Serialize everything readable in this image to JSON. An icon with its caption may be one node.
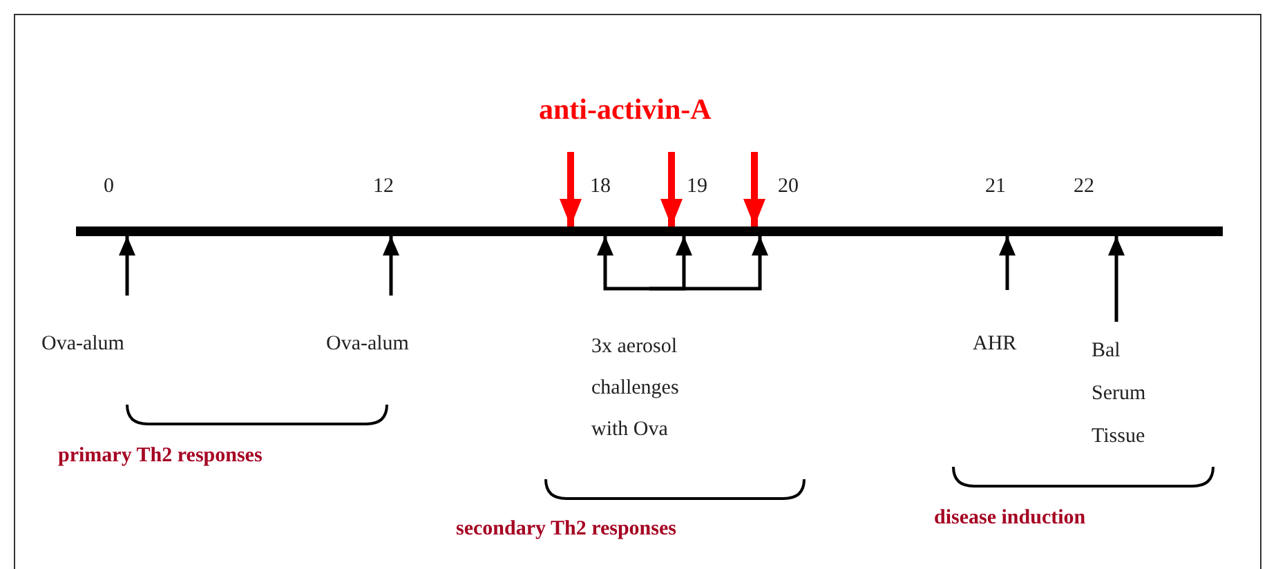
{
  "diagram": {
    "nodes": [
      {
        "text": [],
        "shape": "bar"
      },
      {
        "text": [
          "Ova-alum"
        ]
      },
      {
        "text": [
          "Ova-alum"
        ]
      },
      {
        "text": [
          "3x aerosol challenges with Ova"
        ]
      },
      {
        "text": [
          "AHR"
        ]
      },
      {
        "text": [
          "Bal",
          "Serum",
          "Tissue"
        ]
      }
    ],
    "edges": [
      {
        "from": 1,
        "to": 0,
        "arrow": "to"
      },
      {
        "from": 2,
        "to": 0,
        "arrow": "to"
      },
      {
        "from": 3,
        "to": 0,
        "arrow": "to"
      },
      {
        "from": 3,
        "to": 0,
        "arrow": "to"
      },
      {
        "from": 3,
        "to": 0,
        "arrow": "to"
      },
      {
        "from": 4,
        "to": 0,
        "arrow": "to"
      },
      {
        "from": 5,
        "to": 0,
        "arrow": "to"
      },
      {
        "from": null,
        "to": 0,
        "arrow": "to",
        "style": "thick",
        "color": "#ff0000"
      },
      {
        "from": null,
        "to": 0,
        "arrow": "to",
        "style": "thick",
        "color": "#ff0000"
      },
      {
        "from": null,
        "to": 0,
        "arrow": "to",
        "style": "thick",
        "color": "#ff0000"
      }
    ],
    "labels": [
      "anti-activin-A",
      "0",
      "12",
      "18",
      "19",
      "20",
      "21",
      "22",
      "primary Th2 responses",
      "secondary Th2 responses",
      "disease induction"
    ]
  }
}
